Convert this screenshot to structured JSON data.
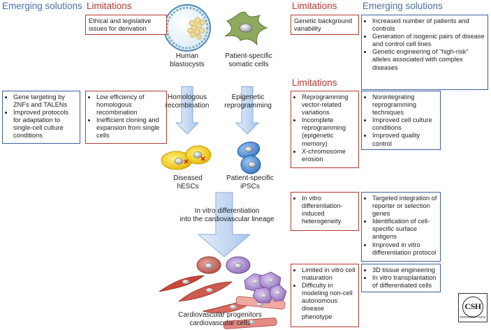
{
  "headers": {
    "left_emerging": "Emerging solutions",
    "left_limitations": "Limitations",
    "right_limitations_top": "Limitations",
    "right_emerging": "Emerging solutions",
    "right_limitations_mid": "Limitations"
  },
  "boxes": {
    "ethical": [
      "Ethical and legislative issues for derivation"
    ],
    "genetic": [
      "Genetic background variability"
    ],
    "right_top_solutions": [
      "Increased number of patients and controls",
      "Generation of isogenic pairs of disease and control cell lines",
      "Genetic engineering of “high-risk” alleles associated with complex diseases"
    ],
    "gene_targeting": [
      "Gene targeting by ZNFs and TALENs",
      "Improved protocols for adaptation to single-cell culture conditions"
    ],
    "low_efficiency": [
      "Low efficiency of homologous recombination",
      "Inefficient cloning and expansion from single cells"
    ],
    "reprogramming_limits": [
      "Reprogramming vector-related variations",
      "Incomplete reprogramming (epigenetic memory)",
      "X-chromosome erosion"
    ],
    "reprogramming_solutions": [
      "Nonintegrating reprogramming techniques",
      "Improved cell culture conditions",
      "Improved quality control"
    ],
    "heterogeneity": [
      "In vitro differentiation-induced heterogeneity"
    ],
    "differentiation_solutions": [
      "Targeted integration of reporter or selection genes",
      "Identification of cell-specific surface antigens",
      "Improved in vitro differentiation protocol"
    ],
    "maturation_limits": [
      "Limited in vitro cell maturation",
      "Difficulty in modeling non-cell autonomous disease phenotype"
    ],
    "maturation_solutions": [
      "3D tissue engineering",
      "In vitro transplantation of differentiated cells"
    ]
  },
  "labels": {
    "blastocysts": "Human\nblastocysts",
    "somatic": "Patient-specific\nsomatic cells",
    "homologous": "Homologous\nrecombination",
    "epigenetic": "Epigenetic\nreprogramming",
    "hescs": "Diseased\nhESCs",
    "ipscs": "Patient-specific\niPSCs",
    "differentiation": "In vitro differentiation\ninto the cardiovascular lineage",
    "progenitors": "Cardiovascular progenitors\ncardiovascular cells"
  },
  "logo": {
    "text": "CSH",
    "subtext": "PERSPECTIVES"
  },
  "colors": {
    "limitation_red": "#b23a2f",
    "solution_blue": "#3b5f9c",
    "arrow_fill": "#c5daf4",
    "hesc_yellow": "#f2cf1d",
    "ipsc_blue": "#4a8cd6"
  }
}
